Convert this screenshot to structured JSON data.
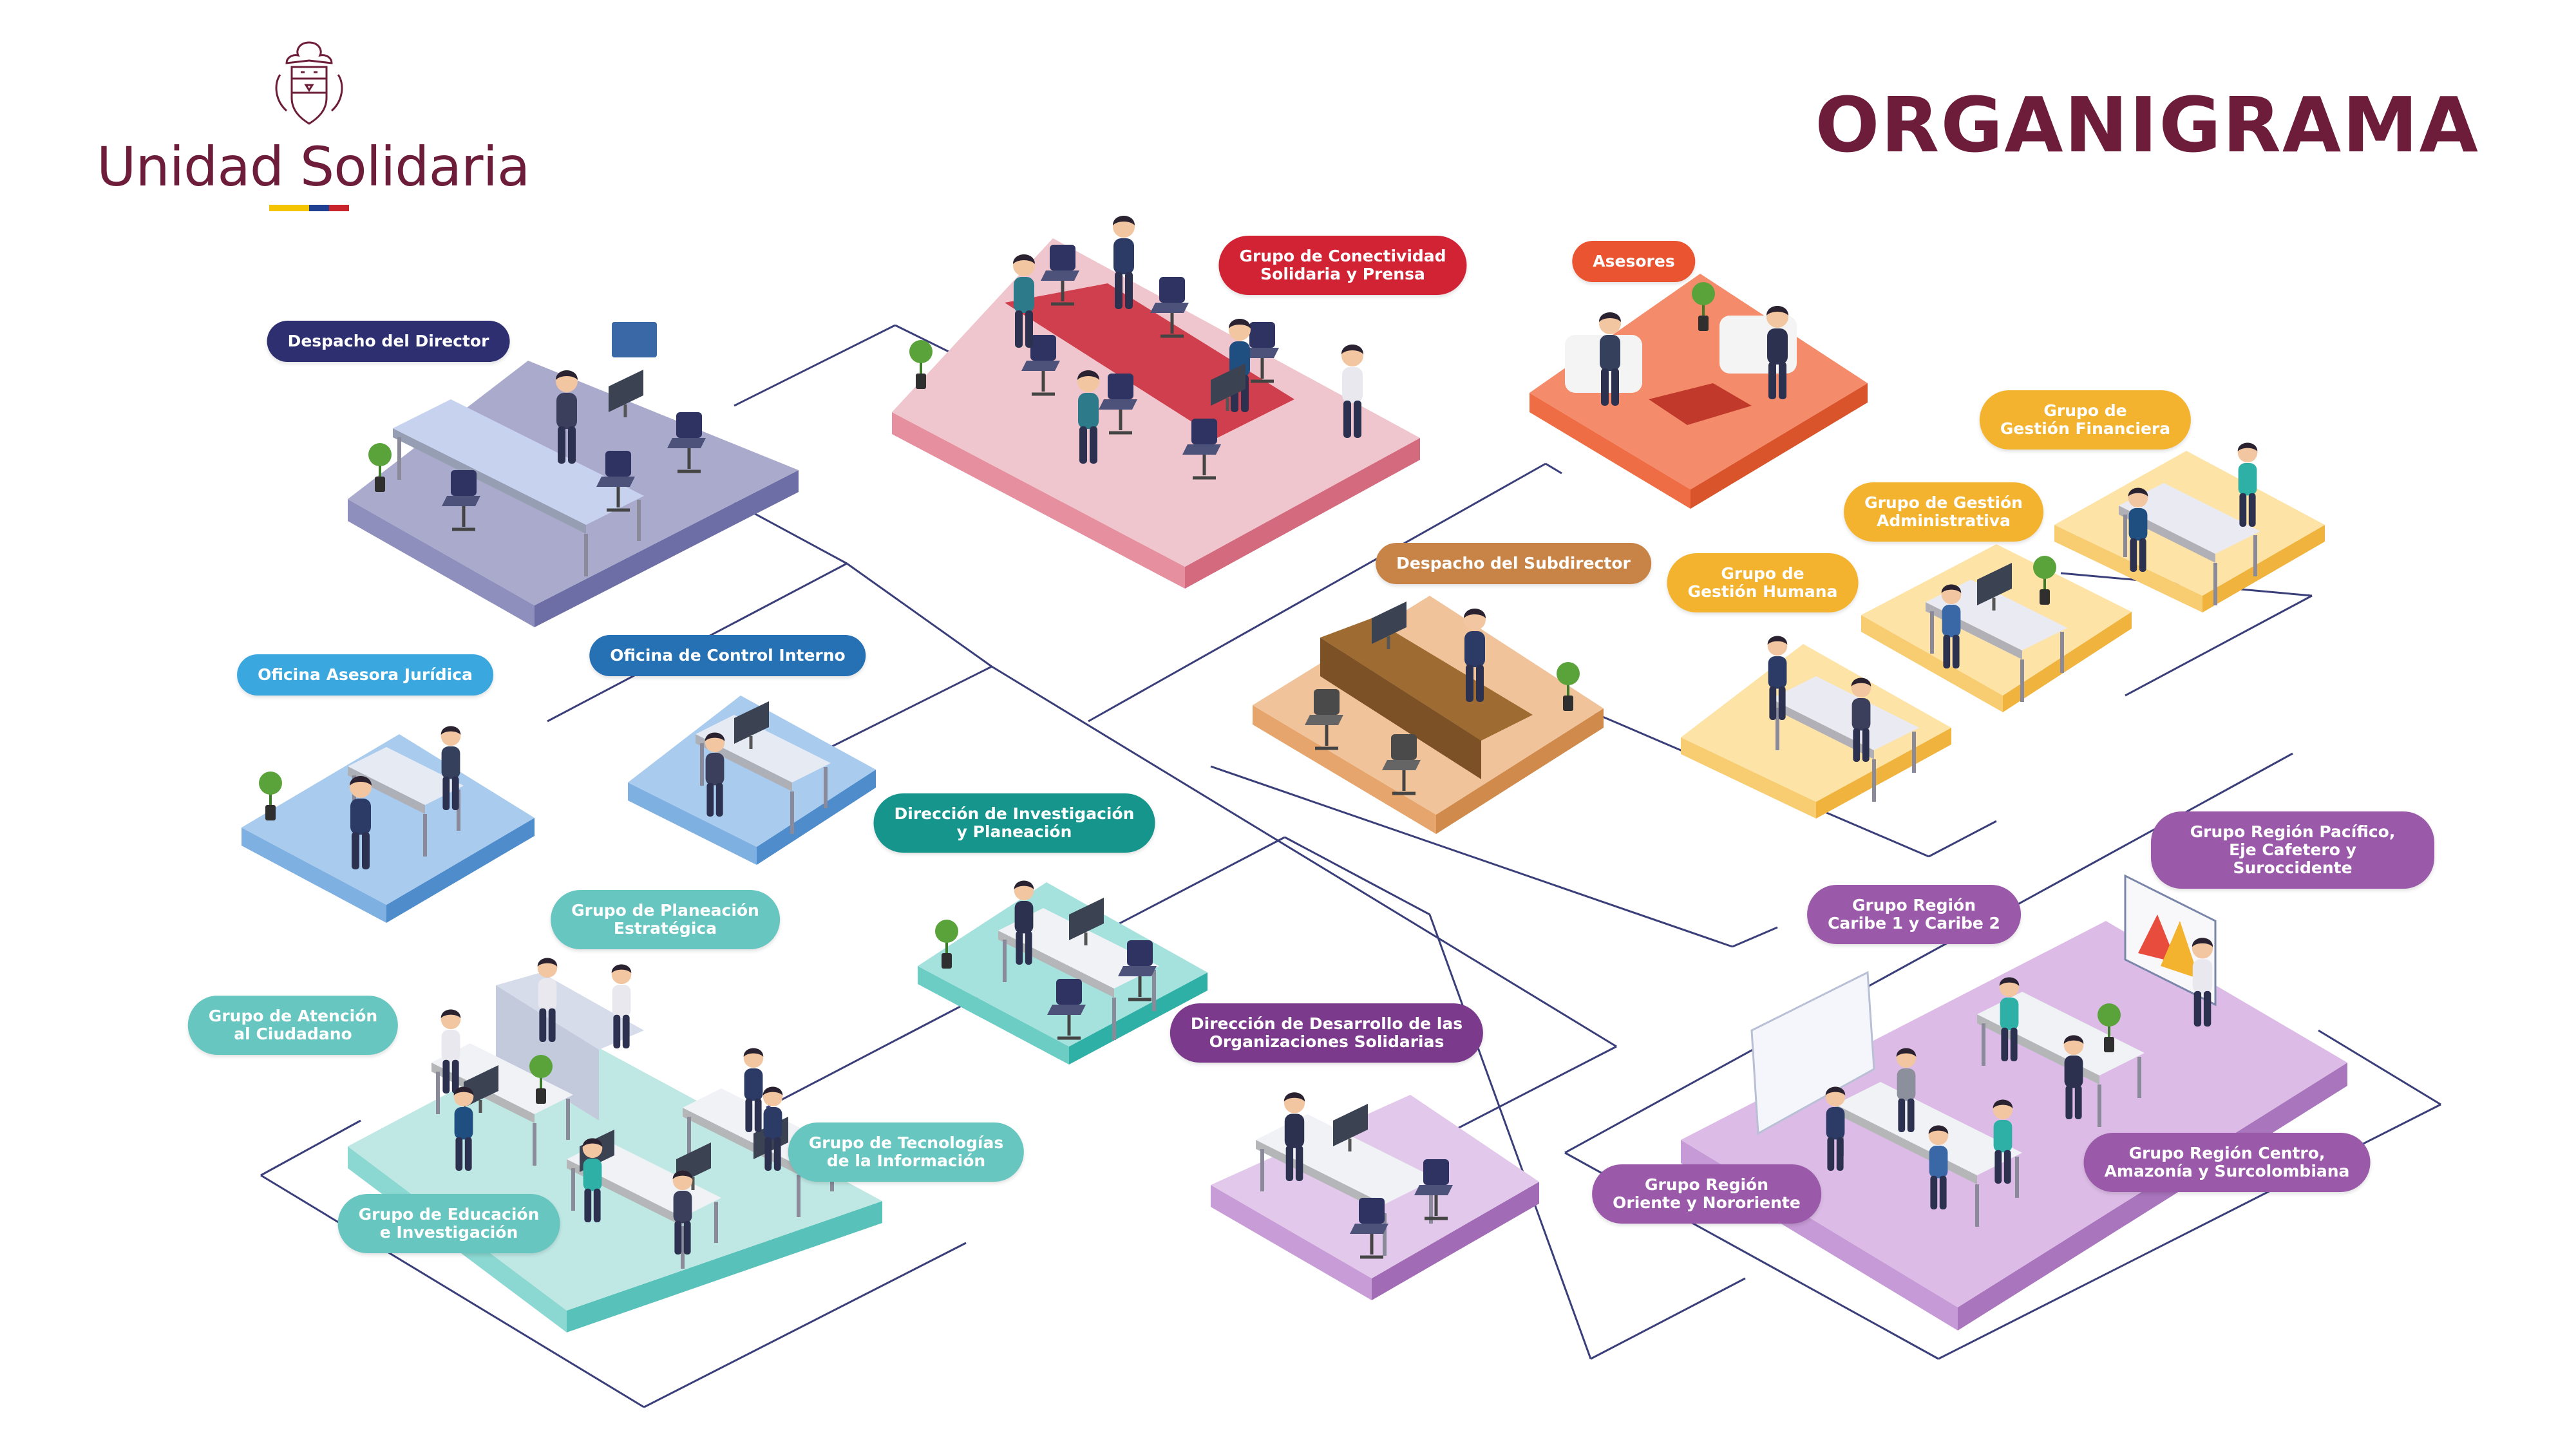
{
  "brand": {
    "name": "Unidad Solidaria",
    "crest_icon": "colombia-coat-of-arms-icon",
    "flag_colors": [
      "#f5c400",
      "#1f3f91",
      "#c9242c"
    ],
    "brand_color": "#6d1d3a"
  },
  "title": "ORGANIGRAMA",
  "units": [
    {
      "id": "despacho-director",
      "label": "Despacho del Director",
      "color": "#2e2f70"
    },
    {
      "id": "conectividad",
      "label": "Grupo de Conectividad\nSolidaria y Prensa",
      "color": "#d12334"
    },
    {
      "id": "asesores",
      "label": "Asesores",
      "color": "#ea5430"
    },
    {
      "id": "financiera",
      "label": "Grupo de\nGestión Financiera",
      "color": "#f4b32f"
    },
    {
      "id": "administrativa",
      "label": "Grupo de Gestión\nAdministrativa",
      "color": "#f4b32f"
    },
    {
      "id": "humana",
      "label": "Grupo de\nGestión Humana",
      "color": "#f4b32f"
    },
    {
      "id": "subdirector",
      "label": "Despacho del Subdirector",
      "color": "#c88347"
    },
    {
      "id": "juridica",
      "label": "Oficina Asesora Jurídica",
      "color": "#3aa7df"
    },
    {
      "id": "control-interno",
      "label": "Oficina de Control Interno",
      "color": "#2670b4"
    },
    {
      "id": "investigacion",
      "label": "Dirección de Investigación\ny Planeación",
      "color": "#15958c"
    },
    {
      "id": "planeacion",
      "label": "Grupo de Planeación\nEstratégica",
      "color": "#67c6bf"
    },
    {
      "id": "atencion",
      "label": "Grupo de Atención\nal Ciudadano",
      "color": "#67c6bf"
    },
    {
      "id": "tecnologias",
      "label": "Grupo de Tecnologías\nde la Información",
      "color": "#67c6bf"
    },
    {
      "id": "educacion",
      "label": "Grupo de Educación\ne Investigación",
      "color": "#67c6bf"
    },
    {
      "id": "desarrollo",
      "label": "Dirección de Desarrollo de las\nOrganizaciones Solidarias",
      "color": "#7b3a8c"
    },
    {
      "id": "pacifico",
      "label": "Grupo Región Pacífico,\nEje Cafetero y Suroccidente",
      "color": "#9a5aa9"
    },
    {
      "id": "caribe",
      "label": "Grupo Región\nCaribe 1 y Caribe 2",
      "color": "#9a5aa9"
    },
    {
      "id": "centro",
      "label": "Grupo Región Centro,\nAmazonía y Surcolombiana",
      "color": "#9a5aa9"
    },
    {
      "id": "oriente",
      "label": "Grupo Región\nOriente y Nororiente",
      "color": "#9a5aa9"
    }
  ]
}
